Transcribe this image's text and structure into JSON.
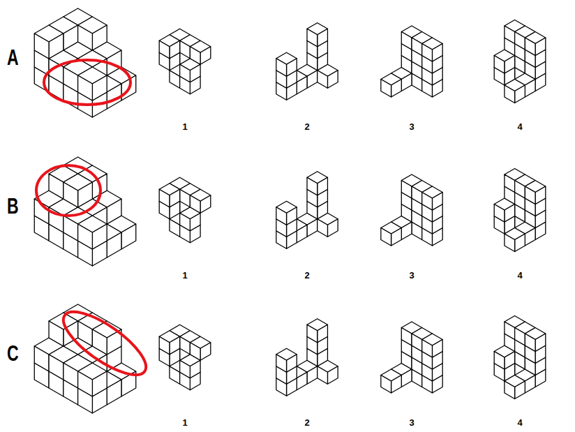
{
  "diagram": {
    "labels": [
      "A",
      "1",
      "2",
      "3",
      "4",
      "B",
      "1",
      "2",
      "3",
      "4",
      "C",
      "1",
      "2",
      "3",
      "4"
    ]
  }
}
